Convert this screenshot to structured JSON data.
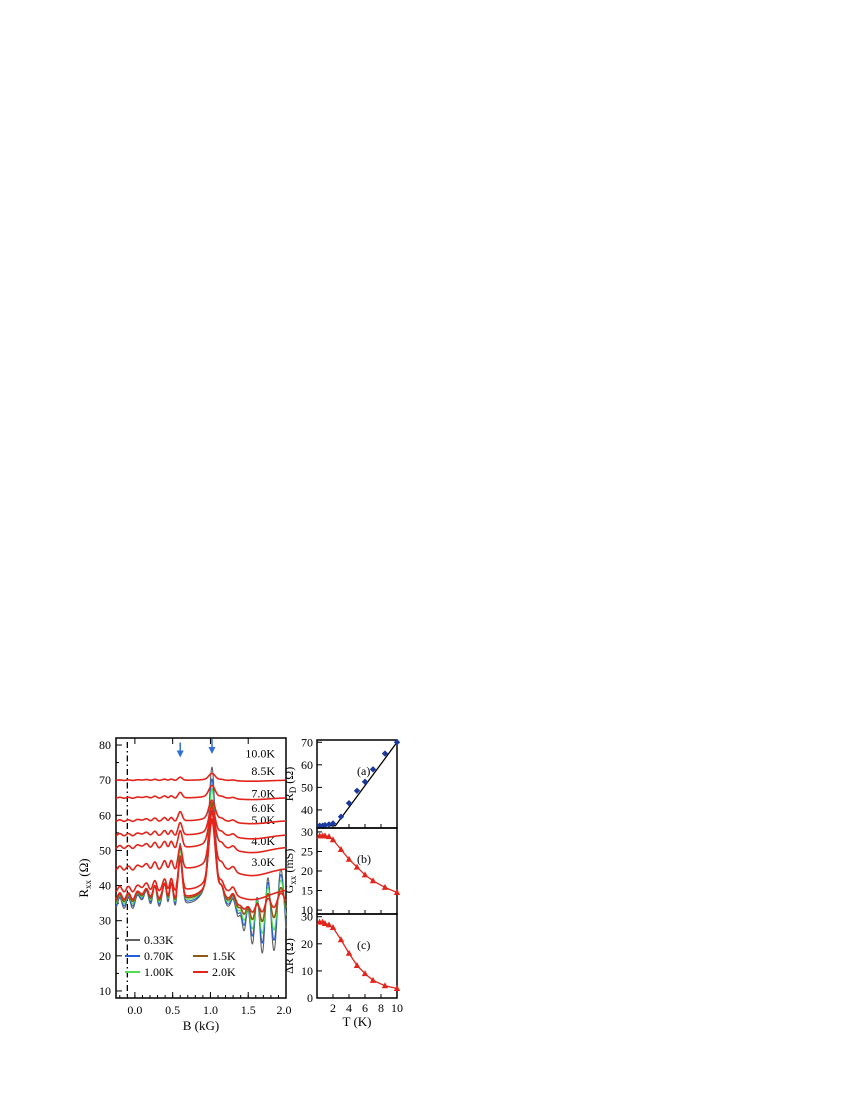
{
  "chart_data": [
    {
      "id": "main",
      "type": "line",
      "xlabel": "B (kG)",
      "ylabel": "R",
      "ylabel_sub": "xx",
      "ylabel_unit": " (Ω)",
      "xlim": [
        -0.25,
        2.0
      ],
      "ylim": [
        8,
        82
      ],
      "xticks": [
        {
          "v": 0.0,
          "label": "0.0"
        },
        {
          "v": 0.5,
          "label": "0.5"
        },
        {
          "v": 1.0,
          "label": "1.0"
        },
        {
          "v": 1.5,
          "label": "1.5"
        },
        {
          "v": 2.0,
          "label": "2.0"
        }
      ],
      "yticks": [
        {
          "v": 10,
          "label": "10"
        },
        {
          "v": 20,
          "label": "20"
        },
        {
          "v": 30,
          "label": "30"
        },
        {
          "v": 40,
          "label": "40"
        },
        {
          "v": 50,
          "label": "50"
        },
        {
          "v": 60,
          "label": "60"
        },
        {
          "v": 70,
          "label": "70"
        },
        {
          "v": 80,
          "label": "80"
        }
      ],
      "dashdot_line_x": -0.1,
      "arrows": [
        {
          "x": 0.6,
          "y": 79
        },
        {
          "x": 1.02,
          "y": 80
        }
      ],
      "arrow_color": "#2f6fd6",
      "series": [
        {
          "name": "0.33K",
          "color": "#606060",
          "baseline": 35,
          "amp": 1.0,
          "damp": 1.0
        },
        {
          "name": "0.70K",
          "color": "#1f5fd8",
          "baseline": 35.5,
          "amp": 0.9,
          "damp": 0.8
        },
        {
          "name": "1.00K",
          "color": "#4fdd4f",
          "baseline": 36,
          "amp": 0.82,
          "damp": 0.6
        },
        {
          "name": "1.5K",
          "color": "#8b5a14",
          "baseline": 36.5,
          "amp": 0.7,
          "damp": 0.35
        },
        {
          "name": "2.0K",
          "color": "#e3241b",
          "baseline": 37,
          "amp": 0.62,
          "damp": 0.15
        },
        {
          "label": "3.0K",
          "color": "#e3241b",
          "baseline": 39,
          "amp": 0.5,
          "damp": 0.0
        },
        {
          "label": "4.0K",
          "color": "#e3241b",
          "baseline": 45,
          "amp": 0.36,
          "damp": 0.0
        },
        {
          "label": "5.0K",
          "color": "#e3241b",
          "baseline": 51,
          "amp": 0.27,
          "damp": 0.0
        },
        {
          "label": "6.0K",
          "color": "#e3241b",
          "baseline": 54.5,
          "amp": 0.2,
          "damp": 0.0
        },
        {
          "label": "7.0K",
          "color": "#e3241b",
          "baseline": 58.5,
          "amp": 0.15,
          "damp": 0.0
        },
        {
          "label": "8.5K",
          "color": "#e3241b",
          "baseline": 65,
          "amp": 0.09,
          "damp": 0.0
        },
        {
          "label": "10.0K",
          "color": "#e3241b",
          "baseline": 70,
          "amp": 0.05,
          "damp": 0.0
        }
      ],
      "curve_label_x": 2.0
    },
    {
      "id": "a",
      "type": "scatter",
      "panel_label": "(a)",
      "ylabel": "R",
      "ylabel_sub": "D",
      "ylabel_unit": " (Ω)",
      "xlim": [
        0,
        10
      ],
      "ylim": [
        32,
        71
      ],
      "yticks": [
        {
          "v": 40,
          "label": "40"
        },
        {
          "v": 50,
          "label": "50"
        },
        {
          "v": 60,
          "label": "60"
        },
        {
          "v": 70,
          "label": "70"
        }
      ],
      "points": [
        [
          0.33,
          33.0
        ],
        [
          0.7,
          33.0
        ],
        [
          1.0,
          33.3
        ],
        [
          1.5,
          33.6
        ],
        [
          2.0,
          34.0
        ],
        [
          3.0,
          37.0
        ],
        [
          4.0,
          43.0
        ],
        [
          5.0,
          48.5
        ],
        [
          6.0,
          52.5
        ],
        [
          7.0,
          58.0
        ],
        [
          8.5,
          65.0
        ],
        [
          10.0,
          70.0
        ]
      ],
      "fit": [
        [
          0.0,
          33.0
        ],
        [
          2.3,
          33.0
        ],
        [
          10.0,
          70.0
        ]
      ],
      "marker_color": "#1a3a9e",
      "fit_color": "#000000"
    },
    {
      "id": "b",
      "type": "scatter",
      "panel_label": "(b)",
      "ylabel": "G",
      "ylabel_sub": "xx",
      "ylabel_unit": " (mS)",
      "xlim": [
        0,
        10
      ],
      "ylim": [
        9,
        31
      ],
      "yticks": [
        {
          "v": 10,
          "label": "10"
        },
        {
          "v": 15,
          "label": "15"
        },
        {
          "v": 20,
          "label": "20"
        },
        {
          "v": 25,
          "label": "25"
        },
        {
          "v": 30,
          "label": "30"
        }
      ],
      "points": [
        [
          0.33,
          29.0
        ],
        [
          0.7,
          29.0
        ],
        [
          1.0,
          29.0
        ],
        [
          1.5,
          28.8
        ],
        [
          2.0,
          28.0
        ],
        [
          3.0,
          25.5
        ],
        [
          4.0,
          23.0
        ],
        [
          5.0,
          21.0
        ],
        [
          6.0,
          19.0
        ],
        [
          7.0,
          17.5
        ],
        [
          8.5,
          15.8
        ],
        [
          10.0,
          14.5
        ]
      ],
      "marker_color": "#e3241b"
    },
    {
      "id": "c",
      "type": "scatter",
      "panel_label": "(c)",
      "ylabel": "ΔR",
      "ylabel_sub": "",
      "ylabel_unit": " (Ω)",
      "xlabel": "T (K)",
      "xlim": [
        0,
        10
      ],
      "ylim": [
        0,
        31
      ],
      "xticks": [
        {
          "v": 2,
          "label": "2"
        },
        {
          "v": 4,
          "label": "4"
        },
        {
          "v": 6,
          "label": "6"
        },
        {
          "v": 8,
          "label": "8"
        },
        {
          "v": 10,
          "label": "10"
        }
      ],
      "yticks": [
        {
          "v": 0,
          "label": "0"
        },
        {
          "v": 10,
          "label": "10"
        },
        {
          "v": 20,
          "label": "20"
        },
        {
          "v": 30,
          "label": "30"
        }
      ],
      "points": [
        [
          0.33,
          28.0
        ],
        [
          0.7,
          28.0
        ],
        [
          1.0,
          27.5
        ],
        [
          1.5,
          27.0
        ],
        [
          2.0,
          26.0
        ],
        [
          3.0,
          21.5
        ],
        [
          4.0,
          16.5
        ],
        [
          5.0,
          12.0
        ],
        [
          6.0,
          9.0
        ],
        [
          7.0,
          6.5
        ],
        [
          8.5,
          4.5
        ],
        [
          10.0,
          3.5
        ]
      ],
      "marker_color": "#e3241b"
    }
  ]
}
